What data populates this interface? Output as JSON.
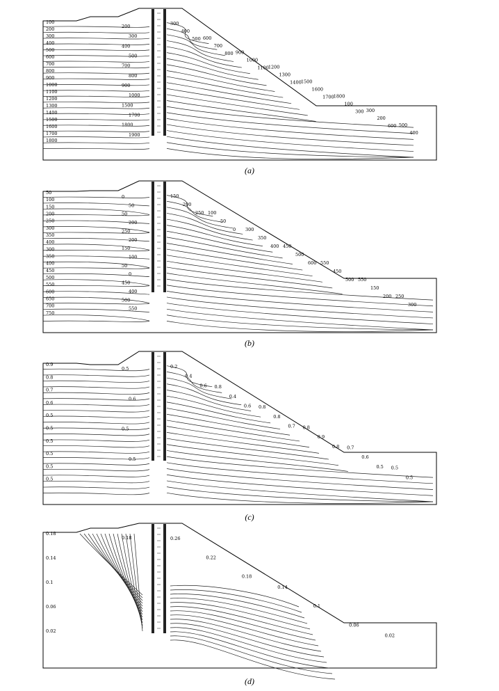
{
  "panels": [
    {
      "id": "a",
      "caption": "(a)",
      "left_labels": [
        "100",
        "200",
        "300",
        "400",
        "500",
        "600",
        "700",
        "800",
        "900",
        "1000",
        "1100",
        "1200",
        "1300",
        "1400",
        "1500",
        "1600",
        "1700",
        "1800"
      ],
      "mid_labels": [
        "200",
        "300",
        "400",
        "500",
        "700",
        "800",
        "900",
        "1000",
        "1500",
        "1700",
        "1800",
        "1900"
      ],
      "right_labels": [
        "300",
        "400",
        "500",
        "600",
        "700",
        "800",
        "900",
        "1000",
        "1100",
        "1200",
        "1300",
        "1400",
        "1500",
        "1600",
        "1700",
        "1800",
        "100",
        "300",
        "300",
        "200",
        "600",
        "500",
        "400"
      ]
    },
    {
      "id": "b",
      "caption": "(b)",
      "left_labels": [
        "50",
        "100",
        "150",
        "200",
        "250",
        "300",
        "350",
        "400",
        "300",
        "350",
        "400",
        "450",
        "500",
        "550",
        "600",
        "650",
        "700",
        "750"
      ],
      "mid_labels": [
        "0",
        "50",
        "50",
        "200",
        "250",
        "200",
        "150",
        "100",
        "50",
        "0",
        "450",
        "400",
        "500",
        "550"
      ],
      "right_labels": [
        "150",
        "200",
        "250",
        "100",
        "50",
        "0",
        "300",
        "350",
        "400",
        "450",
        "500",
        "600",
        "550",
        "450",
        "500",
        "550",
        "150",
        "200",
        "250",
        "300"
      ]
    },
    {
      "id": "c",
      "caption": "(c)",
      "left_labels": [
        "0.9",
        "0.8",
        "0.7",
        "0.6",
        "0.5",
        "0.5",
        "0.5",
        "0.5",
        "0.5",
        "0.5"
      ],
      "mid_labels": [
        "0.5",
        "0.6",
        "0.5",
        "0.5"
      ],
      "right_labels": [
        "0.2",
        "0.4",
        "0.6",
        "0.8",
        "0.4",
        "0.6",
        "0.8",
        "0.8",
        "0.7",
        "0.8",
        "0.9",
        "0.8",
        "0.7",
        "0.6",
        "0.5",
        "0.5",
        "0.5"
      ]
    },
    {
      "id": "d",
      "caption": "(d)",
      "left_labels": [
        "0.18",
        "0.14",
        "0.1",
        "0.06",
        "0.02"
      ],
      "mid_labels": [
        "0.18"
      ],
      "right_labels": [
        "0.26",
        "0.22",
        "0.18",
        "0.14",
        "0.1",
        "0.06",
        "0.02"
      ]
    }
  ]
}
